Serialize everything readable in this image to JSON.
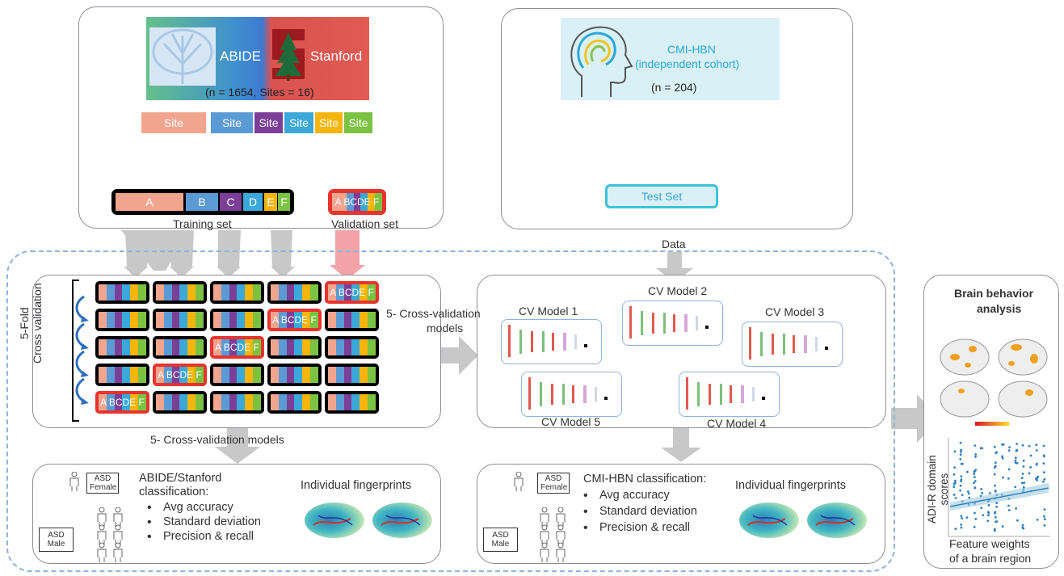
{
  "top_left": {
    "abide_label": "ABIDE",
    "stanford_label": "Stanford",
    "cohort_n": "(n = 1654, Sites = 16)",
    "sites": [
      "Site",
      "Site",
      "Site",
      "Site",
      "Site",
      "Site"
    ],
    "training_segments": [
      "A",
      "B",
      "C",
      "D",
      "E",
      "F"
    ],
    "training_label": "Training set",
    "validation_segments": "A BCDE F",
    "validation_label": "Validation set"
  },
  "top_right": {
    "cohort_title": "CMI-HBN",
    "cohort_subtitle": "(independent cohort)",
    "cohort_n": "(n = 204)",
    "test_set_label": "Test Set",
    "data_label": "Data"
  },
  "cv_grid": {
    "axis_label_1": "5-Fold",
    "axis_label_2": "Cross validation",
    "val_cell_label": "A BCDE F",
    "bottom_label": "5- Cross-validation models"
  },
  "middle": {
    "arrow_label_1": "5- Cross-validation",
    "arrow_label_2": "models",
    "models": [
      "CV Model 1",
      "CV Model 2",
      "CV Model 3",
      "CV Model 4",
      "CV Model 5"
    ]
  },
  "bottom_left": {
    "asd_female": "ASD Female",
    "asd_male": "ASD Male",
    "title_line1": "ABIDE/Stanford",
    "title_line2": "classification:",
    "bullets": [
      "Avg accuracy",
      "Standard deviation",
      "Precision & recall"
    ],
    "fingerprints_label": "Individual fingerprints"
  },
  "bottom_mid": {
    "asd_female": "ASD Female",
    "asd_male": "ASD Male",
    "title": "CMI-HBN classification:",
    "bullets": [
      "Avg accuracy",
      "Standard deviation",
      "Precision & recall"
    ],
    "fingerprints_label": "Individual fingerprints"
  },
  "right_panel": {
    "title_line1": "Brain behavior",
    "title_line2": "analysis",
    "y_label_1": "ADI-R domain",
    "y_label_2": "scores",
    "x_label_1": "Feature weights",
    "x_label_2": "of a brain region"
  },
  "colors": {
    "site": [
      "#f2a58e",
      "#5b9bd5",
      "#7b3f98",
      "#3aa8d8",
      "#f5b50a",
      "#7cc242"
    ],
    "red_border": "#e8332e",
    "test_set_border": "#3fc1d9",
    "arrow_gray": "#c8c8c8"
  }
}
